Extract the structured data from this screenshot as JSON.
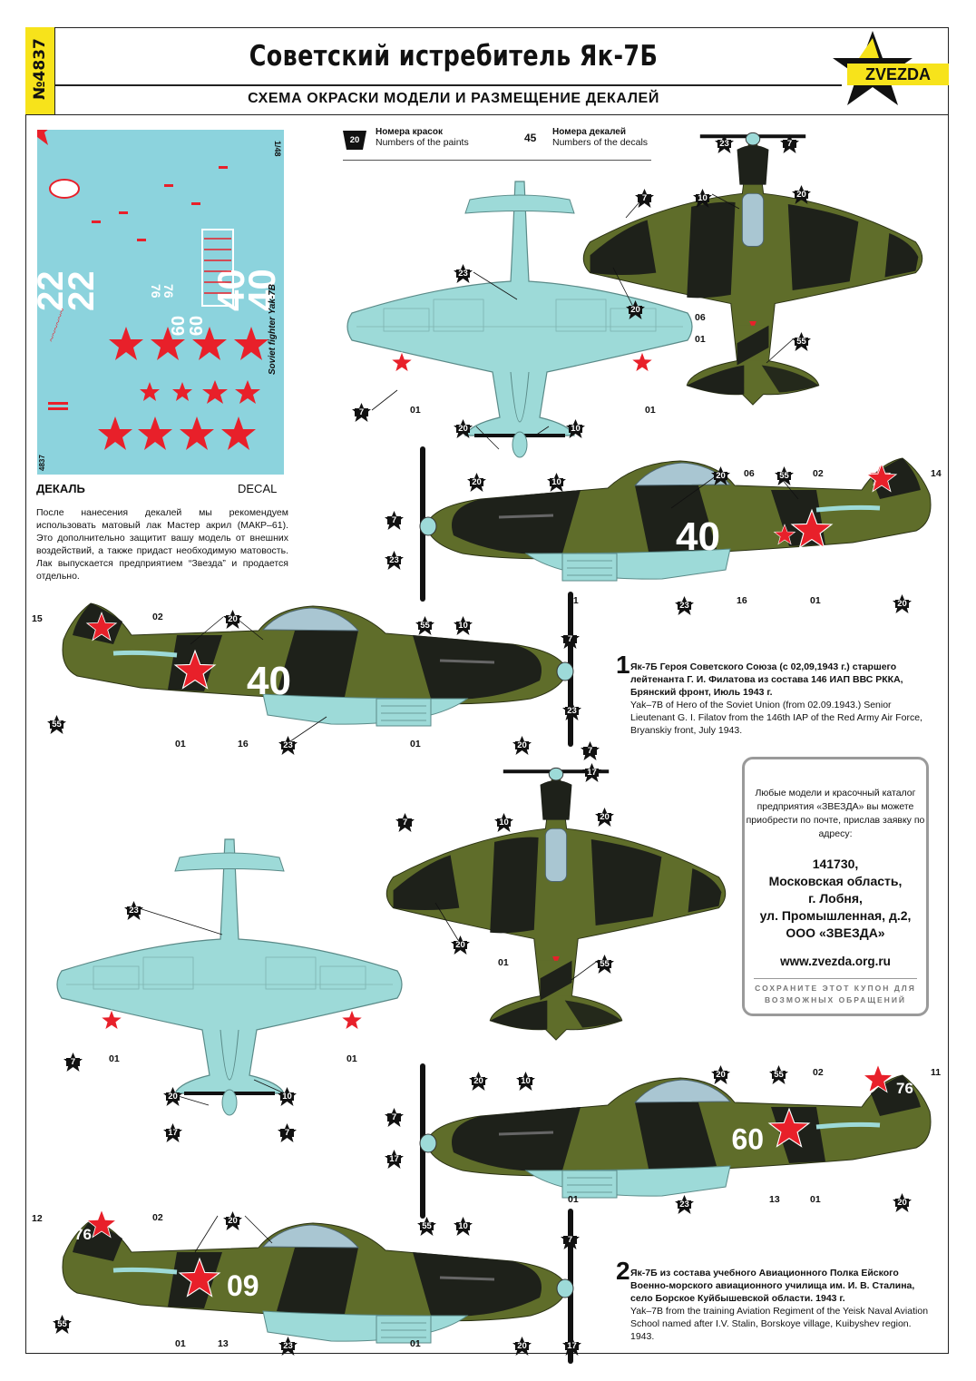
{
  "header": {
    "catalog_number": "№4837",
    "title": "Советский истребитель Як-7Б",
    "subtitle": "СХЕМА ОКРАСКИ МОДЕЛИ И РАЗМЕЩЕНИЕ ДЕКАЛЕЙ",
    "logo_text": "ZVEZDA"
  },
  "legend": {
    "paint_sample": "20",
    "paint_ru": "Номера красок",
    "paint_en": "Numbers of the paints",
    "decal_sample": "45",
    "decal_ru": "Номера декалей",
    "decal_en": "Numbers of the decals"
  },
  "decal_sheet": {
    "scale": "1/48",
    "side_text": "Soviet fighter Yak-7B",
    "code": "4837",
    "numbers": [
      "22",
      "22",
      "40",
      "40",
      "09",
      "09",
      "76",
      "76"
    ],
    "background_color": "#8cd3dd"
  },
  "decal_section": {
    "label_ru": "ДЕКАЛЬ",
    "label_en": "DECAL",
    "note": "После нанесения декалей мы рекомендуем использовать матовый лак Мастер акрил (МАКР–61). Это дополнительно защитит вашу модель от внешних воздействий, а также придаст необходимую матовость. Лак выпускается предприятием “Звезда” и продается отдельно."
  },
  "scheme1": {
    "number": "1",
    "ru": "Як-7Б Героя Советского Союза (с 02,09,1943 г.) старшего лейтенанта Г. И. Филатова из состава 146 ИАП ВВС РККА, Брянский фронт, Июль 1943 г.",
    "en": "Yak–7B of Hero of the Soviet Union (from 02.09.1943.) Senior Lieutenant G. I. Filatov from the 146th IAP of the Red Army Air Force, Bryanskiy front, July 1943.",
    "aircraft_number": "40"
  },
  "scheme2": {
    "number": "2",
    "ru": "Як-7Б из состава учебного Авиационного Полка Ейского Военно-морского авиационного училища им. И. В. Сталина, село Борское Куйбышевской области. 1943 г.",
    "en": "Yak–7B from the training Aviation Regiment of the Yeisk Naval Aviation School named after I.V. Stalin, Borskoye village, Kuibyshev region. 1943.",
    "aircraft_number": "09",
    "tail_number": "76"
  },
  "coupon": {
    "intro": "Любые модели и красочный каталог предприятия «ЗВЕЗДА» вы можете приобрести по почте, прислав заявку по адресу:",
    "address": [
      "141730,",
      "Московская область,",
      "г. Лобня,",
      "ул. Промышленная, д.2,",
      "ООО «ЗВЕЗДА»"
    ],
    "website": "www.zvezda.org.ru",
    "keep": "СОХРАНИТЕ ЭТОТ КУПОН ДЛЯ ВОЗМОЖНЫХ ОБРАЩЕНИЙ"
  },
  "paint_callouts": [
    {
      "id": "p1",
      "label": "23"
    },
    {
      "id": "p2",
      "label": "7"
    },
    {
      "id": "p3",
      "label": "20"
    },
    {
      "id": "p4",
      "label": "10"
    },
    {
      "id": "p5",
      "label": "7"
    },
    {
      "id": "p6",
      "label": "23"
    },
    {
      "id": "p7",
      "label": "20"
    },
    {
      "id": "p8",
      "label": "55"
    },
    {
      "id": "p9",
      "label": "7"
    },
    {
      "id": "p10",
      "label": "20"
    },
    {
      "id": "p11",
      "label": "10"
    },
    {
      "id": "p12",
      "label": "20"
    },
    {
      "id": "p13",
      "label": "10"
    },
    {
      "id": "p14",
      "label": "20"
    },
    {
      "id": "p15",
      "label": "55"
    },
    {
      "id": "p16",
      "label": "7"
    },
    {
      "id": "p17",
      "label": "23"
    },
    {
      "id": "p18",
      "label": "23"
    },
    {
      "id": "p19",
      "label": "20"
    },
    {
      "id": "p20",
      "label": "20"
    },
    {
      "id": "p21",
      "label": "55"
    },
    {
      "id": "p22",
      "label": "10"
    },
    {
      "id": "p23",
      "label": "7"
    },
    {
      "id": "p24",
      "label": "55"
    },
    {
      "id": "p25",
      "label": "23"
    },
    {
      "id": "p26",
      "label": "23"
    },
    {
      "id": "p27",
      "label": "20"
    },
    {
      "id": "p28",
      "label": "7"
    },
    {
      "id": "p29",
      "label": "17"
    },
    {
      "id": "p30",
      "label": "7"
    },
    {
      "id": "p31",
      "label": "10"
    },
    {
      "id": "p32",
      "label": "20"
    },
    {
      "id": "p33",
      "label": "20"
    },
    {
      "id": "p34",
      "label": "55"
    },
    {
      "id": "p35",
      "label": "23"
    },
    {
      "id": "p36",
      "label": "7"
    },
    {
      "id": "p37",
      "label": "20"
    },
    {
      "id": "p38",
      "label": "10"
    },
    {
      "id": "p39",
      "label": "17"
    },
    {
      "id": "p40",
      "label": "7"
    },
    {
      "id": "p41",
      "label": "20"
    },
    {
      "id": "p42",
      "label": "10"
    },
    {
      "id": "p43",
      "label": "20"
    },
    {
      "id": "p44",
      "label": "55"
    },
    {
      "id": "p45",
      "label": "7"
    },
    {
      "id": "p46",
      "label": "17"
    },
    {
      "id": "p47",
      "label": "23"
    },
    {
      "id": "p48",
      "label": "20"
    },
    {
      "id": "p49",
      "label": "20"
    },
    {
      "id": "p50",
      "label": "55"
    },
    {
      "id": "p51",
      "label": "10"
    },
    {
      "id": "p52",
      "label": "7"
    },
    {
      "id": "p53",
      "label": "55"
    },
    {
      "id": "p54",
      "label": "23"
    },
    {
      "id": "p55",
      "label": "20"
    },
    {
      "id": "p56",
      "label": "17"
    }
  ],
  "decal_callouts": [
    {
      "id": "d1",
      "label": "01"
    },
    {
      "id": "d2",
      "label": "01"
    },
    {
      "id": "d3",
      "label": "06"
    },
    {
      "id": "d4",
      "label": "01"
    },
    {
      "id": "d5",
      "label": "06"
    },
    {
      "id": "d6",
      "label": "02"
    },
    {
      "id": "d7",
      "label": "14"
    },
    {
      "id": "d8",
      "label": "01"
    },
    {
      "id": "d9",
      "label": "16"
    },
    {
      "id": "d10",
      "label": "01"
    },
    {
      "id": "d11",
      "label": "15"
    },
    {
      "id": "d12",
      "label": "02"
    },
    {
      "id": "d13",
      "label": "01"
    },
    {
      "id": "d14",
      "label": "16"
    },
    {
      "id": "d15",
      "label": "01"
    },
    {
      "id": "d16",
      "label": "01"
    },
    {
      "id": "d17",
      "label": "01"
    },
    {
      "id": "d18",
      "label": "01"
    },
    {
      "id": "d19",
      "label": "02"
    },
    {
      "id": "d20",
      "label": "11"
    },
    {
      "id": "d21",
      "label": "01"
    },
    {
      "id": "d22",
      "label": "13"
    },
    {
      "id": "d23",
      "label": "01"
    },
    {
      "id": "d24",
      "label": "12"
    },
    {
      "id": "d25",
      "label": "02"
    },
    {
      "id": "d26",
      "label": "01"
    },
    {
      "id": "d27",
      "label": "13"
    },
    {
      "id": "d28",
      "label": "01"
    }
  ],
  "colors": {
    "green": "#5f6d2a",
    "black": "#1e211a",
    "light_blue": "#9ddad8",
    "red": "#e8202a",
    "yellow": "#f7e31b"
  }
}
